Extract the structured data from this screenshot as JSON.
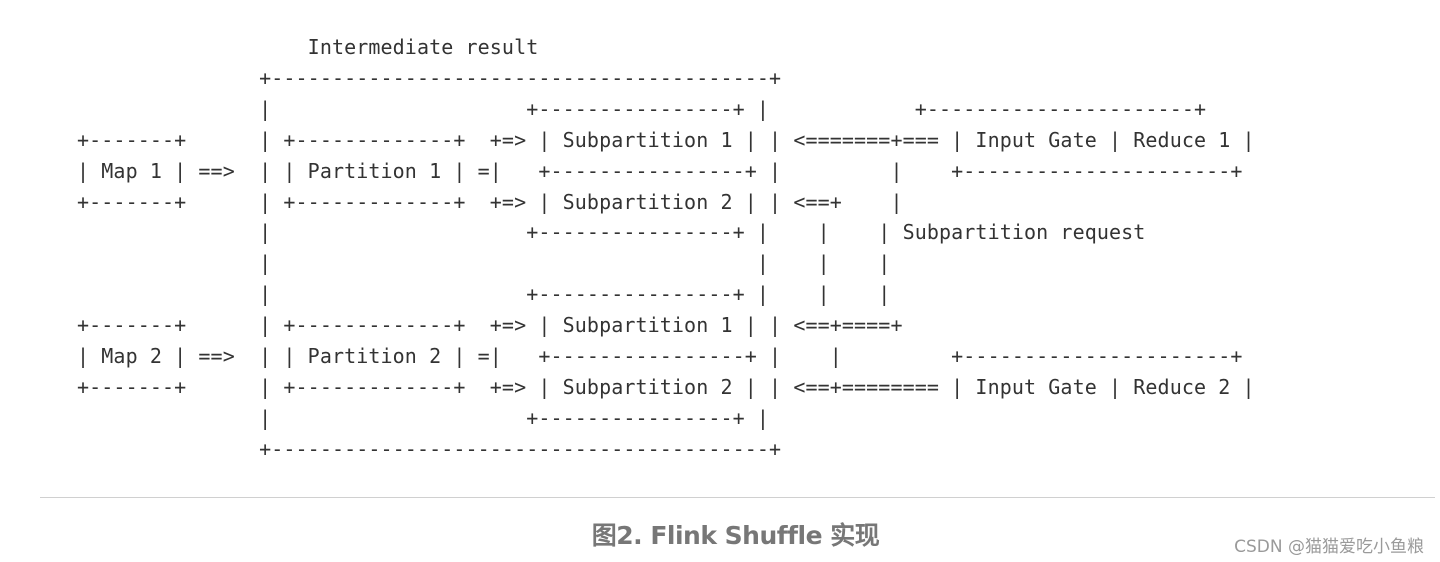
{
  "diagram": {
    "lines": [
      "                   Intermediate result",
      "               +-----------------------------------------+",
      "               |                     +----------------+ |            +----------------------+",
      "+-------+      | +-------------+  +=> | Subpartition 1 | | <=======+=== | Input Gate | Reduce 1 |",
      "| Map 1 | ==>  | | Partition 1 | =|   +----------------+ |         |    +----------------------+",
      "+-------+      | +-------------+  +=> | Subpartition 2 | | <==+    |",
      "               |                     +----------------+ |    |    | Subpartition request",
      "               |                                        |    |    |",
      "               |                     +----------------+ |    |    |",
      "+-------+      | +-------------+  +=> | Subpartition 1 | | <==+====+",
      "| Map 2 | ==>  | | Partition 2 | =|   +----------------+ |    |         +----------------------+",
      "+-------+      | +-------------+  +=> | Subpartition 2 | | <==+======== | Input Gate | Reduce 2 |",
      "               |                     +----------------+ |",
      "               +-----------------------------------------+"
    ]
  },
  "caption": "图2. Flink Shuffle 实现",
  "watermark": "CSDN @猫猫爱吃小鱼粮"
}
